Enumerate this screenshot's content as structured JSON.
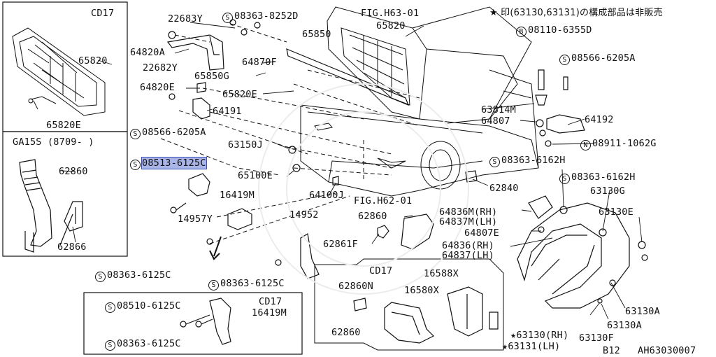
{
  "note_jp": "★ 印(63130,63131)の構成部品は非販売",
  "inset_top": {
    "tag": "CD17",
    "part": "65820",
    "part2": "65820E"
  },
  "inset_bottom": {
    "title": "GA15S (8709-    )",
    "part1": "62860",
    "part2": "62866"
  },
  "fig_refs": {
    "fig1": "FIG.H63-01",
    "fig2": "FIG.H62-01"
  },
  "labels": {
    "p22683Y": "22683Y",
    "s08363_8252D": "08363-8252D",
    "p64820A": "64820A",
    "p22682Y": "22682Y",
    "p64870F": "64870F",
    "p65850": "65850",
    "p65820": "65820",
    "p65850G": "65850G",
    "p64820E": "64820E",
    "p65820E": "65820E",
    "p64191": "64191",
    "s08566_6205A_l": "08566-6205A",
    "p63150J": "63150J",
    "s08513_6125C": "08513-6125C",
    "p65100E": "65100E",
    "p16419M": "16419M",
    "p64100J": "64100J",
    "p14957Y": "14957Y",
    "p14952": "14952",
    "p62860_m": "62860",
    "p62861F": "62861F",
    "s08363_6125C_a": "08363-6125C",
    "s08363_6125C_b": "08363-6125C",
    "b08110_6355D": "08110-6355D",
    "s08566_6205A_r": "08566-6205A",
    "p63814M": "63814M",
    "p64192": "64192",
    "p64807": "64807",
    "n08911_1062G": "08911-1062G",
    "s08363_6162H_a": "08363-6162H",
    "s08363_6162H_b": "08363-6162H",
    "p62840": "62840",
    "p63130G": "63130G",
    "p63130E": "63130E",
    "p64836M": "64836M(RH)",
    "p64837M": "64837M(LH)",
    "p64807E": "64807E",
    "p64836": "64836(RH)",
    "p64837": "64837(LH)",
    "p63130A_1": "63130A",
    "p63130A_2": "63130A",
    "p63130F": "63130F",
    "p63130RH": "★63130(RH)",
    "p63131LH": "★63131(LH)"
  },
  "inset_cd17": {
    "tag": "CD17",
    "p62860N": "62860N",
    "p16588X": "16588X",
    "p16580X": "16580X",
    "p62860": "62860"
  },
  "inset_bottom_left": {
    "tag": "CD17",
    "s08510": "08510-6125C",
    "p16419M": "16419M",
    "s08363": "08363-6125C"
  },
  "footer": {
    "model": "B12",
    "code": "AH63030007"
  },
  "symbols": {
    "s": "S",
    "b": "B",
    "n": "N"
  },
  "colors": {
    "highlight": "#a9b4e6",
    "line": "#111111"
  }
}
